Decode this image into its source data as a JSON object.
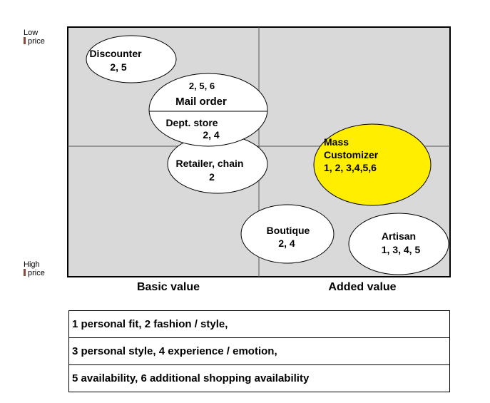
{
  "y_axis": {
    "top": {
      "line1": "Low",
      "line2": "price"
    },
    "bottom": {
      "line1": "High",
      "line2": "price"
    }
  },
  "x_axis": {
    "left": "Basic value",
    "right": "Added value"
  },
  "ellipses": {
    "discounter": {
      "name": "Discounter",
      "codes": "2, 5"
    },
    "mail_order": {
      "codes": "2, 5, 6",
      "name": "Mail order"
    },
    "dept_store": {
      "name": "Dept. store",
      "codes": "2, 4"
    },
    "retailer": {
      "name": "Retailer, chain",
      "codes": "2"
    },
    "mass_customizer": {
      "name1": "Mass",
      "name2": "Customizer",
      "codes": "1, 2, 3,4,5,6",
      "color": "#ffee00"
    },
    "boutique": {
      "name": "Boutique",
      "codes": "2, 4"
    },
    "artisan": {
      "name": "Artisan",
      "codes": "1, 3, 4, 5"
    }
  },
  "legend": [
    "1 personal fit, 2 fashion / style,",
    "3 personal style, 4 experience / emotion,",
    "5 availability, 6 additional shopping availability"
  ]
}
